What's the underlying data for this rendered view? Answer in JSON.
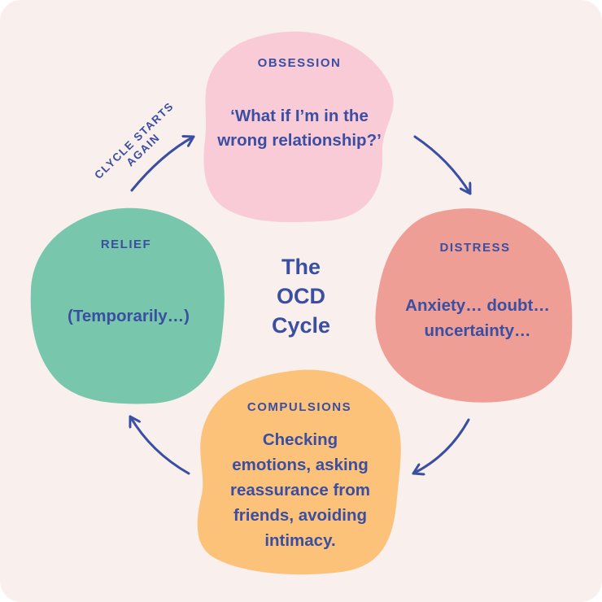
{
  "diagram": {
    "center_title_lines": [
      "The",
      "OCD",
      "Cycle"
    ],
    "nodes": {
      "obsession": {
        "label": "OBSESSION",
        "text_lines": [
          "‘What if I’m in the",
          "wrong relationship?’"
        ],
        "color": "#f9cbd6"
      },
      "distress": {
        "label": "DISTRESS",
        "text_lines": [
          "Anxiety… doubt…",
          "uncertainty…"
        ],
        "color": "#ef9e95"
      },
      "compulsions": {
        "label": "COMPULSIONS",
        "text_lines": [
          "Checking",
          "emotions, asking",
          "reassurance from",
          "friends, avoiding",
          "intimacy."
        ],
        "color": "#fcc27a"
      },
      "relief": {
        "label": "RELIEF",
        "text_lines": [
          "(Temporarily…)"
        ],
        "color": "#78c6ab"
      }
    },
    "cycle_note_lines": [
      "CLYCLE STARTS",
      "AGAIN"
    ]
  },
  "colors": {
    "background": "#f9efec",
    "text": "#3a4ea2"
  }
}
